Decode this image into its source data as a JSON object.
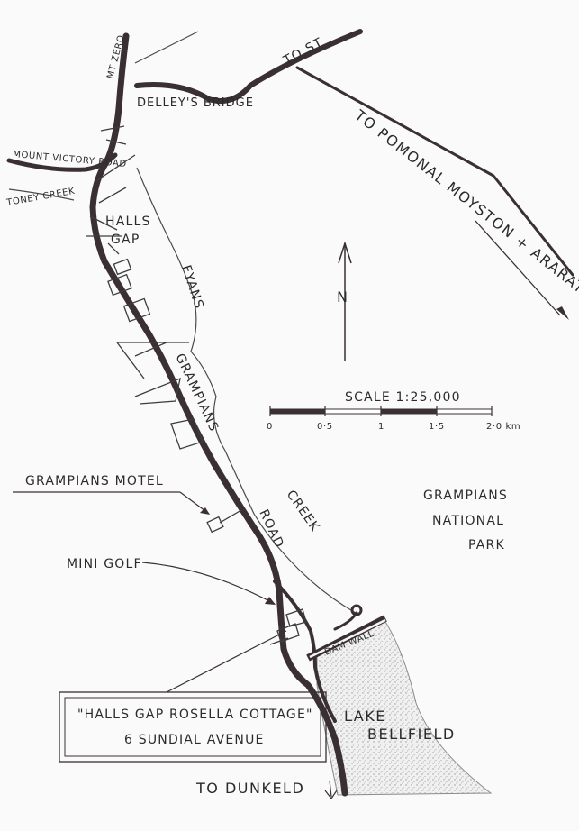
{
  "labels": {
    "to_stawell": "TO ST",
    "mt_zero": "MT ZERO",
    "delleys_bridge": "DELLEY'S BRIDGE",
    "to_pomonal": "TO POMONAL MOYSTON + ARARAT",
    "mount_victory_road": "MOUNT VICTORY ROAD",
    "stony_creek": "TONEY CREEK",
    "halls": "HALLS",
    "gap": "GAP",
    "fyans": "FYANS",
    "grampians_road": "GRAMPIANS",
    "creek": "CREEK",
    "road": "ROAD",
    "north": "N",
    "grampians_motel": "GRAMPIANS MOTEL",
    "mini_golf": "MINI GOLF",
    "dam_wall": "DAM WALL",
    "park_line1": "GRAMPIANS",
    "park_line2": "NATIONAL",
    "park_line3": "PARK",
    "lake": "LAKE",
    "bellfield": "BELLFIELD",
    "cottage_name": "\"HALLS GAP ROSELLA COTTAGE\"",
    "cottage_address": "6 SUNDIAL AVENUE",
    "to_dunkeld": "TO DUNKELD"
  },
  "scale": {
    "title": "SCALE 1:25,000",
    "ticks": [
      "0",
      "0·5",
      "1",
      "1·5",
      "2·0 km"
    ]
  }
}
